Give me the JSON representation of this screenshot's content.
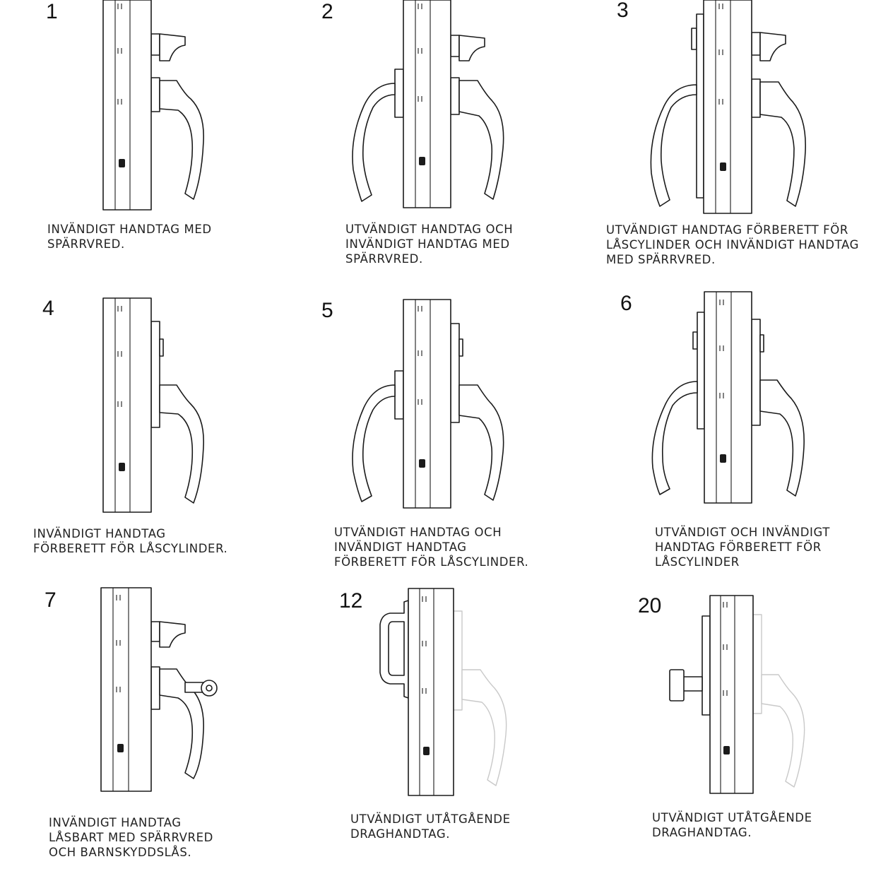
{
  "items": [
    {
      "id": "1",
      "number": "1",
      "caption": "INVÄNDIGT HANDTAG MED\nSPÄRRVRED."
    },
    {
      "id": "2",
      "number": "2",
      "caption": "UTVÄNDIGT HANDTAG OCH\nINVÄNDIGT HANDTAG MED\nSPÄRRVRED."
    },
    {
      "id": "3",
      "number": "3",
      "caption": "UTVÄNDIGT HANDTAG FÖRBERETT FÖR\nLÅSCYLINDER OCH INVÄNDIGT HANDTAG\nMED SPÄRRVRED."
    },
    {
      "id": "4",
      "number": "4",
      "caption": "INVÄNDIGT HANDTAG\nFÖRBERETT FÖR LÅSCYLINDER."
    },
    {
      "id": "5",
      "number": "5",
      "caption": "UTVÄNDIGT HANDTAG OCH\nINVÄNDIGT HANDTAG\nFÖRBERETT FÖR LÅSCYLINDER."
    },
    {
      "id": "6",
      "number": "6",
      "caption": "UTVÄNDIGT OCH INVÄNDIGT\nHANDTAG FÖRBERETT FÖR\nLÅSCYLINDER"
    },
    {
      "id": "7",
      "number": "7",
      "caption": "INVÄNDIGT HANDTAG\nLÅSBART MED SPÄRRVRED\nOCH BARNSKYDDSLÅS."
    },
    {
      "id": "12",
      "number": "12",
      "caption": "UTVÄNDIGT UTÅTGÅENDE\nDRAGHANDTAG."
    },
    {
      "id": "20",
      "number": "20",
      "caption": "UTVÄNDIGT UTÅTGÅENDE\nDRAGHANDTAG."
    }
  ]
}
